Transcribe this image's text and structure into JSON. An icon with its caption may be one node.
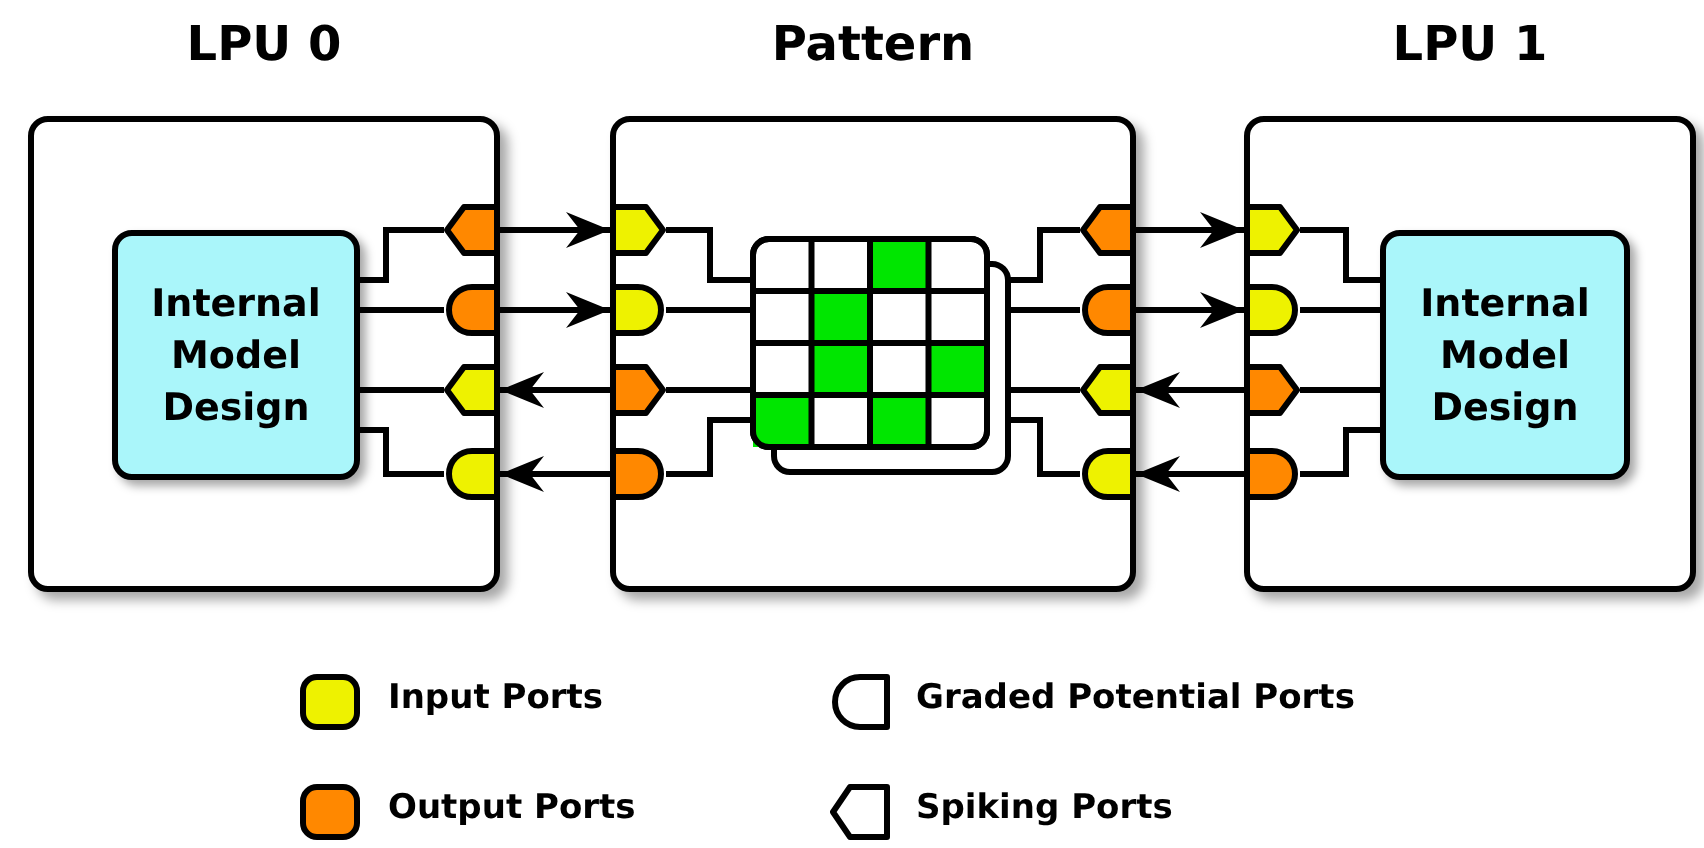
{
  "diagram": {
    "nodes": [
      {
        "text": [
          "LPU 0"
        ]
      },
      {
        "text": [
          "Internal Model Design"
        ],
        "in": 0
      },
      {
        "text": [],
        "shape": "pentagon",
        "in": 0
      },
      {
        "text": [],
        "shape": "bullet",
        "in": 0
      },
      {
        "text": [],
        "shape": "pentagon",
        "in": 0
      },
      {
        "text": [],
        "shape": "bullet",
        "in": 0
      },
      {
        "text": [
          "Pattern"
        ]
      },
      {
        "text": [],
        "shape": "pentagon",
        "in": 6
      },
      {
        "text": [],
        "shape": "bullet",
        "in": 6
      },
      {
        "text": [],
        "shape": "pentagon",
        "in": 6
      },
      {
        "text": [],
        "shape": "bullet",
        "in": 6
      },
      {
        "text": [],
        "shape": "grid",
        "in": 6
      },
      {
        "text": [],
        "shape": "pentagon",
        "in": 6
      },
      {
        "text": [],
        "shape": "bullet",
        "in": 6
      },
      {
        "text": [],
        "shape": "pentagon",
        "in": 6
      },
      {
        "text": [],
        "shape": "bullet",
        "in": 6
      },
      {
        "text": [
          "LPU 1"
        ]
      },
      {
        "text": [],
        "shape": "pentagon",
        "in": 16
      },
      {
        "text": [],
        "shape": "bullet",
        "in": 16
      },
      {
        "text": [],
        "shape": "pentagon",
        "in": 16
      },
      {
        "text": [],
        "shape": "bullet",
        "in": 16
      },
      {
        "text": [
          "Internal Model Design"
        ],
        "in": 16
      }
    ],
    "edges": [
      {
        "from": 1,
        "to": 2,
        "arrow": "none"
      },
      {
        "from": 1,
        "to": 3,
        "arrow": "none"
      },
      {
        "from": 1,
        "to": 4,
        "arrow": "none"
      },
      {
        "from": 1,
        "to": 5,
        "arrow": "none"
      },
      {
        "from": 2,
        "to": 7,
        "arrow": "to"
      },
      {
        "from": 3,
        "to": 8,
        "arrow": "to"
      },
      {
        "from": 9,
        "to": 4,
        "arrow": "to"
      },
      {
        "from": 10,
        "to": 5,
        "arrow": "to"
      },
      {
        "from": 7,
        "to": 11,
        "arrow": "none"
      },
      {
        "from": 8,
        "to": 11,
        "arrow": "none"
      },
      {
        "from": 9,
        "to": 11,
        "arrow": "none"
      },
      {
        "from": 10,
        "to": 11,
        "arrow": "none"
      },
      {
        "from": 11,
        "to": 12,
        "arrow": "none"
      },
      {
        "from": 11,
        "to": 13,
        "arrow": "none"
      },
      {
        "from": 11,
        "to": 14,
        "arrow": "none"
      },
      {
        "from": 11,
        "to": 15,
        "arrow": "none"
      },
      {
        "from": 12,
        "to": 17,
        "arrow": "to"
      },
      {
        "from": 13,
        "to": 18,
        "arrow": "to"
      },
      {
        "from": 19,
        "to": 14,
        "arrow": "to"
      },
      {
        "from": 20,
        "to": 15,
        "arrow": "to"
      },
      {
        "from": 17,
        "to": 21,
        "arrow": "none"
      },
      {
        "from": 18,
        "to": 21,
        "arrow": "none"
      },
      {
        "from": 19,
        "to": 21,
        "arrow": "none"
      },
      {
        "from": 20,
        "to": 21,
        "arrow": "none"
      }
    ],
    "legend": [
      {
        "text": "Input Ports",
        "color": "#eef200"
      },
      {
        "text": "Graded Potential Ports"
      },
      {
        "text": "Output Ports",
        "color": "#ff8800"
      },
      {
        "text": "Spiking Ports"
      }
    ]
  }
}
